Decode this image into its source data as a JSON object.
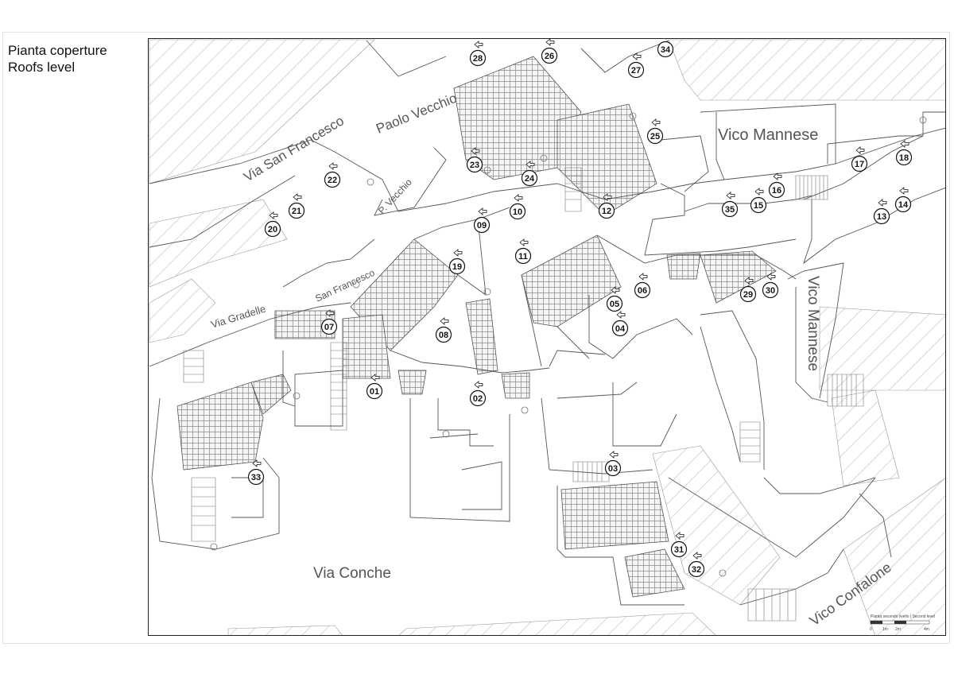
{
  "title": {
    "line1": "Pianta coperture",
    "line2": "Roofs level"
  },
  "streets": {
    "via_san_francesco": "Via San Francesco",
    "paolo_vecchio": "Paolo Vecchio",
    "p_vecchio": "P. Vecchio",
    "san_francesco": "San Francesco",
    "via_gradelle": "Via Gradelle",
    "vico_mannese_h": "Vico Mannese",
    "vico_mannese_v": "Vico Mannese",
    "via_conche": "Via Conche",
    "vico_confalone": "Vico Confalone"
  },
  "markers": [
    "01",
    "02",
    "03",
    "04",
    "05",
    "06",
    "07",
    "08",
    "09",
    "10",
    "11",
    "12",
    "13",
    "14",
    "15",
    "16",
    "17",
    "18",
    "19",
    "20",
    "21",
    "22",
    "23",
    "24",
    "25",
    "26",
    "27",
    "28",
    "29",
    "30",
    "31",
    "32",
    "33",
    "34",
    "35"
  ],
  "scale_bar": {
    "caption": "Pianta secondo livello | Second level",
    "ticks": [
      "0",
      "1m",
      "2m",
      "4m"
    ]
  },
  "colors": {
    "line": "#555555",
    "hatch": "#b5b5b5",
    "tile": "#8a8a8a",
    "street_text": "#555555",
    "marker": "#111111"
  }
}
